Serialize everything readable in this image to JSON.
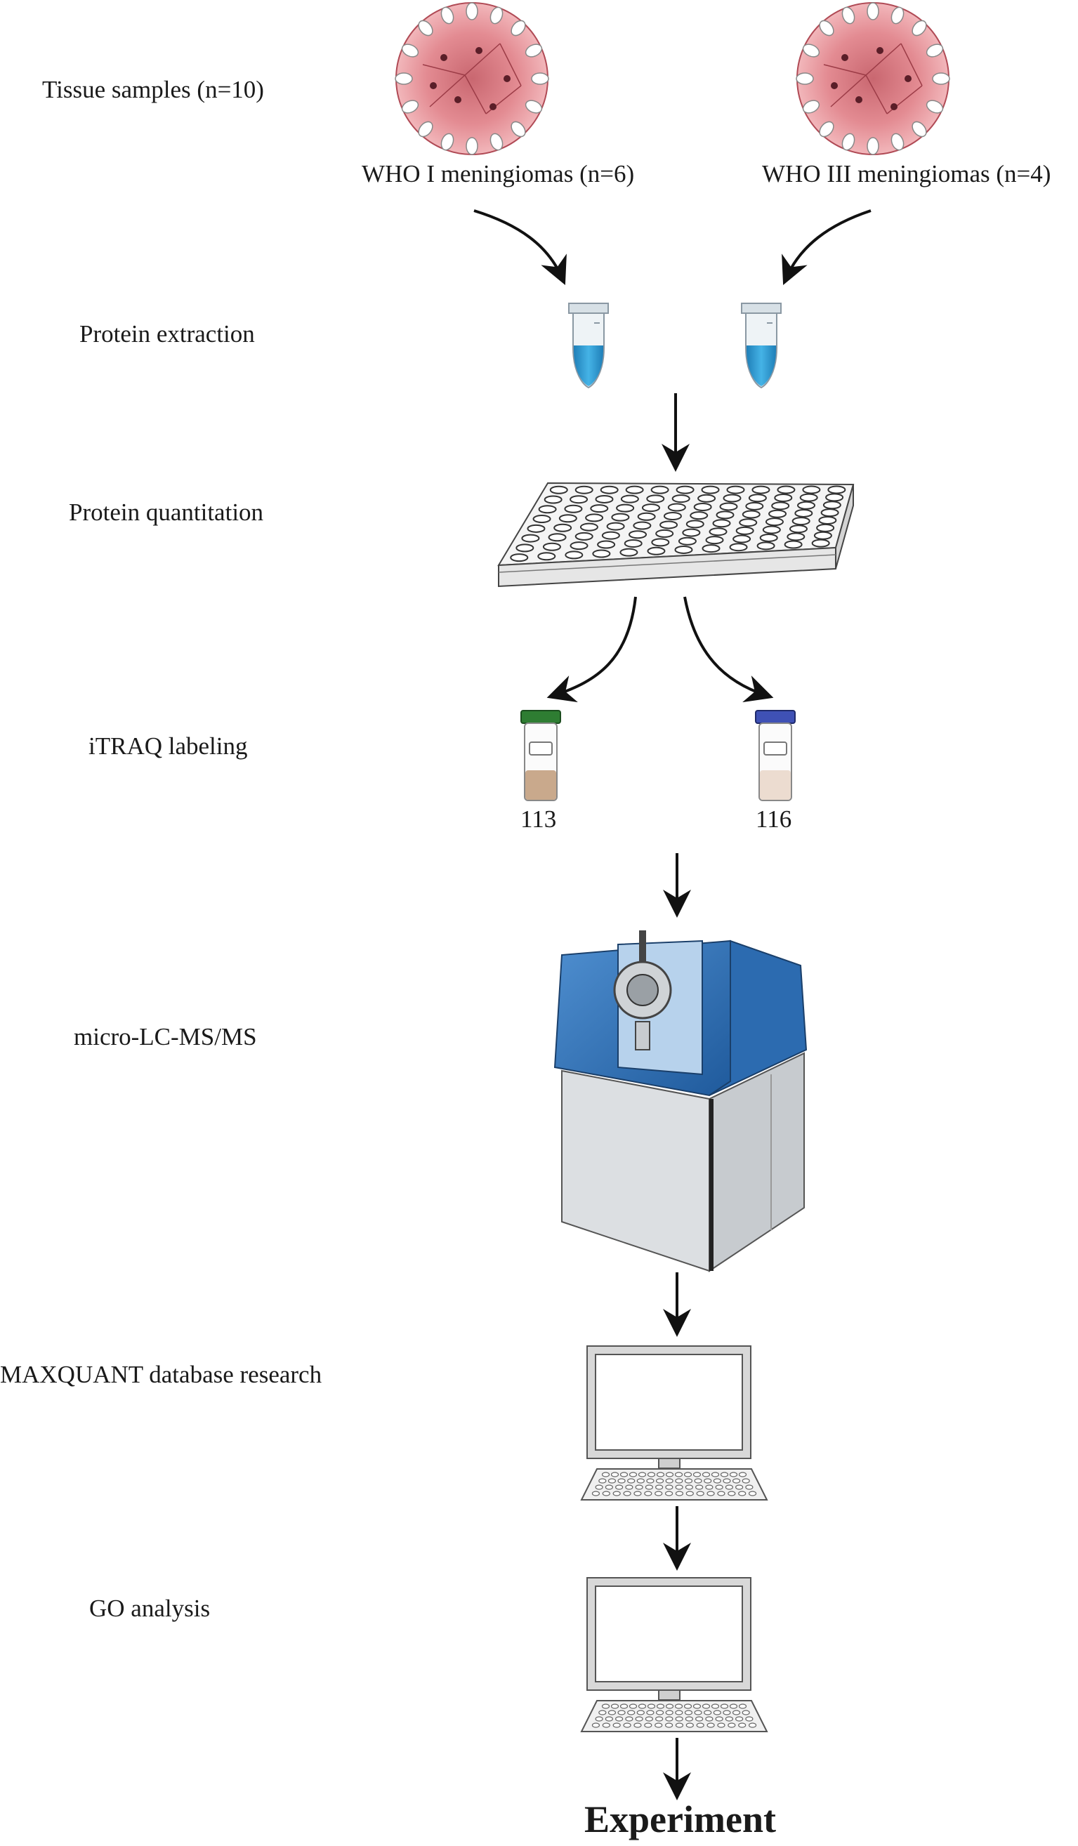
{
  "stages": {
    "tissue": "Tissue samples (n=10)",
    "extraction": "Protein extraction",
    "quantitation": "Protein quantitation",
    "labeling": "iTRAQ labeling",
    "lcms": "micro-LC-MS/MS",
    "database": "MAXQUANT database research",
    "go": "GO analysis"
  },
  "samples": {
    "who1": "WHO I meningiomas (n=6)",
    "who3": "WHO III meningiomas (n=4)"
  },
  "labels": {
    "tag_113": "113",
    "tag_116": "116"
  },
  "final": "Experiment",
  "colors": {
    "tissue_pink": "#e38b92",
    "tube_blue": "#2f9bd0",
    "cap_green": "#2e7d32",
    "cap_blue": "#3f51b5",
    "instrument_blue": "#2f6fb5",
    "instrument_gray": "#d8dcdf"
  },
  "icons": [
    "tissue-cluster-icon",
    "microtube-icon",
    "well-plate-icon",
    "reagent-vial-icon",
    "mass-spectrometer-icon",
    "computer-monitor-icon",
    "keyboard-icon",
    "arrow-icon"
  ]
}
